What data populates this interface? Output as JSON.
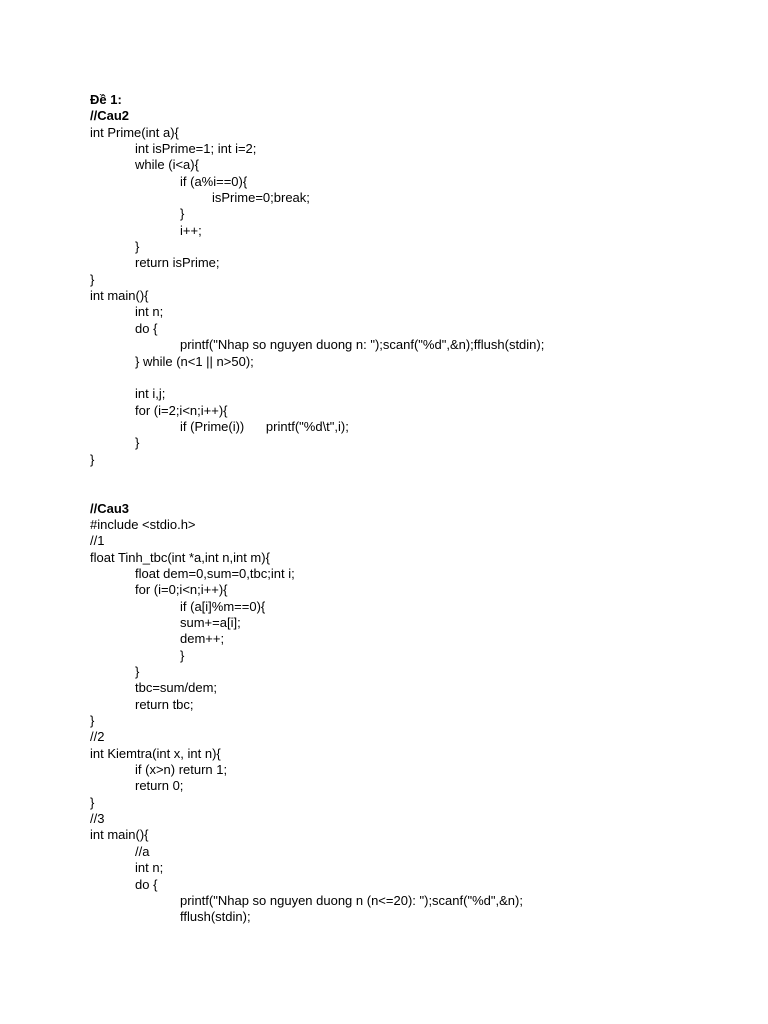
{
  "document": {
    "heading": "Đề 1:",
    "lines": [
      {
        "text": "//Cau2",
        "indent": 0,
        "bold": true
      },
      {
        "text": "int Prime(int a){",
        "indent": 0
      },
      {
        "text": "int isPrime=1; int i=2;",
        "indent": 1
      },
      {
        "text": "while (i<a){",
        "indent": 1
      },
      {
        "text": "if (a%i==0){",
        "indent": 2
      },
      {
        "text": "isPrime=0;break;",
        "indent": 3
      },
      {
        "text": "}",
        "indent": 2
      },
      {
        "text": "i++;",
        "indent": 2
      },
      {
        "text": "}",
        "indent": 1
      },
      {
        "text": "return isPrime;",
        "indent": 1
      },
      {
        "text": "}",
        "indent": 0
      },
      {
        "text": "int main(){",
        "indent": 0
      },
      {
        "text": "int n;",
        "indent": 1
      },
      {
        "text": "do {",
        "indent": 1
      },
      {
        "text": "printf(\"Nhap so nguyen duong n: \");scanf(\"%d\",&n);fflush(stdin);",
        "indent": 2
      },
      {
        "text": "} while (n<1 || n>50);",
        "indent": 1
      },
      {
        "text": "",
        "indent": 0
      },
      {
        "text": "int i,j;",
        "indent": 1
      },
      {
        "text": "for (i=2;i<n;i++){",
        "indent": 1
      },
      {
        "text": "if (Prime(i))      printf(\"%d\\t\",i);",
        "indent": 2
      },
      {
        "text": "}",
        "indent": 1
      },
      {
        "text": "}",
        "indent": 0
      },
      {
        "text": "",
        "indent": 0
      },
      {
        "text": "",
        "indent": 0
      },
      {
        "text": "//Cau3",
        "indent": 0,
        "bold": true
      },
      {
        "text": "#include <stdio.h>",
        "indent": 0
      },
      {
        "text": "//1",
        "indent": 0
      },
      {
        "text": "float Tinh_tbc(int *a,int n,int m){",
        "indent": 0
      },
      {
        "text": "float dem=0,sum=0,tbc;int i;",
        "indent": 1
      },
      {
        "text": "for (i=0;i<n;i++){",
        "indent": 1
      },
      {
        "text": "if (a[i]%m==0){",
        "indent": 2
      },
      {
        "text": "sum+=a[i];",
        "indent": 2
      },
      {
        "text": "dem++;",
        "indent": 2
      },
      {
        "text": "}",
        "indent": 2
      },
      {
        "text": "}",
        "indent": 1
      },
      {
        "text": "tbc=sum/dem;",
        "indent": 1
      },
      {
        "text": "return tbc;",
        "indent": 1
      },
      {
        "text": "}",
        "indent": 0
      },
      {
        "text": "//2",
        "indent": 0
      },
      {
        "text": "int Kiemtra(int x, int n){",
        "indent": 0
      },
      {
        "text": "if (x>n) return 1;",
        "indent": 1
      },
      {
        "text": "return 0;",
        "indent": 1
      },
      {
        "text": "}",
        "indent": 0
      },
      {
        "text": "//3",
        "indent": 0
      },
      {
        "text": "int main(){",
        "indent": 0
      },
      {
        "text": "//a",
        "indent": 1
      },
      {
        "text": "int n;",
        "indent": 1
      },
      {
        "text": "do {",
        "indent": 1
      },
      {
        "text": "printf(\"Nhap so nguyen duong n (n<=20): \");scanf(\"%d\",&n);",
        "indent": 2
      },
      {
        "text": "fflush(stdin);",
        "indent": 2
      }
    ]
  }
}
